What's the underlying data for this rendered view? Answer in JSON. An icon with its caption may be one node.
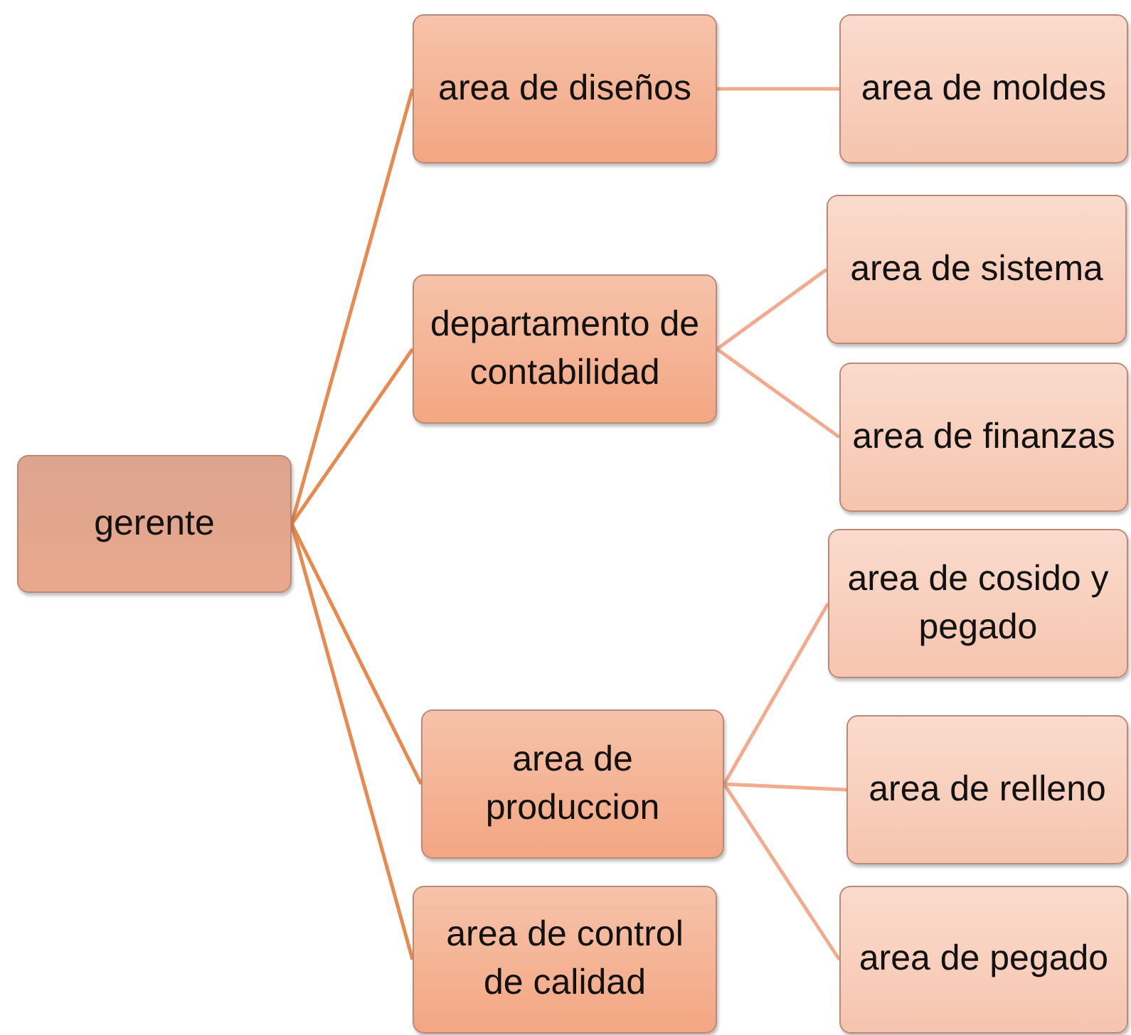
{
  "diagram": {
    "nodes": [
      {
        "text": [
          "gerente"
        ]
      },
      {
        "text": [
          "area de diseños"
        ]
      },
      {
        "text": [
          "area de moldes"
        ]
      },
      {
        "text": [
          "departamento de contabilidad"
        ]
      },
      {
        "text": [
          "area de sistema"
        ]
      },
      {
        "text": [
          "area de finanzas"
        ]
      },
      {
        "text": [
          "area de produccion"
        ]
      },
      {
        "text": [
          "area de cosido y pegado"
        ]
      },
      {
        "text": [
          "area de relleno"
        ]
      },
      {
        "text": [
          "area de pegado"
        ]
      },
      {
        "text": [
          "area de control de calidad"
        ]
      }
    ],
    "edges": [
      {
        "from": 0,
        "to": 1,
        "arrow": "none",
        "color": "#e8894f"
      },
      {
        "from": 0,
        "to": 3,
        "arrow": "none",
        "color": "#e8894f"
      },
      {
        "from": 0,
        "to": 6,
        "arrow": "none",
        "color": "#e8894f"
      },
      {
        "from": 0,
        "to": 10,
        "arrow": "none",
        "color": "#e8894f"
      },
      {
        "from": 1,
        "to": 2,
        "arrow": "none"
      },
      {
        "from": 3,
        "to": 4,
        "arrow": "none"
      },
      {
        "from": 3,
        "to": 5,
        "arrow": "none"
      },
      {
        "from": 6,
        "to": 7,
        "arrow": "none"
      },
      {
        "from": 6,
        "to": 8,
        "arrow": "none"
      },
      {
        "from": 6,
        "to": 9,
        "arrow": "none"
      }
    ]
  }
}
